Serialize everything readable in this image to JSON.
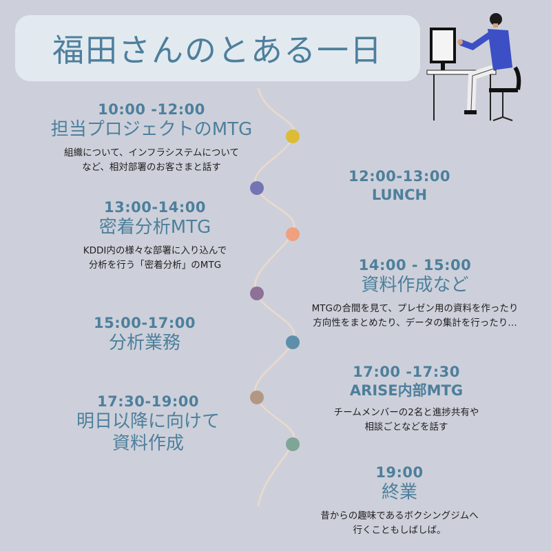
{
  "title": "福田さんのとある一日",
  "events": [
    {
      "id": "e1",
      "time": "10:00 -12:00",
      "heading": "担当プロジェクトのMTG",
      "desc": [
        "組織について、インフラシステムについて",
        "など、相対部署のお客さまと話す"
      ]
    },
    {
      "id": "e2",
      "time": "12:00-13:00",
      "heading": "LUNCH",
      "desc": []
    },
    {
      "id": "e3",
      "time": "13:00-14:00",
      "heading": "密着分析MTG",
      "desc": [
        "KDDI内の様々な部署に入り込んで",
        "分析を行う「密着分析」のMTG"
      ]
    },
    {
      "id": "e4",
      "time": "14:00 - 15:00",
      "heading": "資料作成など",
      "desc": [
        "MTGの合間を見て、プレゼン用の資料を作ったり",
        "方向性をまとめたり、データの集計を行ったり…"
      ]
    },
    {
      "id": "e5",
      "time": "15:00-17:00",
      "heading": "分析業務",
      "desc": []
    },
    {
      "id": "e6",
      "time": "17:00 -17:30",
      "heading": "ARISE内部MTG",
      "desc": [
        "チームメンバーの2名と進捗共有や",
        "相談ごとなどを話す"
      ]
    },
    {
      "id": "e7",
      "time": "17:30-19:00",
      "heading": "明日以降に向けて\n資料作成",
      "desc": []
    },
    {
      "id": "e8",
      "time": "19:00",
      "heading": "終業",
      "desc": [
        "昔からの趣味であるボクシングジムへ",
        "行くこともしばしば。"
      ]
    }
  ],
  "colors": {
    "background": "#cdd0da",
    "title_box": "#e2eaf0",
    "accent_text": "#4d7f9c",
    "wave_line": "#ecd9cb",
    "dots": [
      "#dcbc35",
      "#7474b4",
      "#f0a07e",
      "#8e7196",
      "#5d8fab",
      "#b29883",
      "#7fa597"
    ]
  },
  "icons": [
    "person-at-desk-illustration"
  ]
}
